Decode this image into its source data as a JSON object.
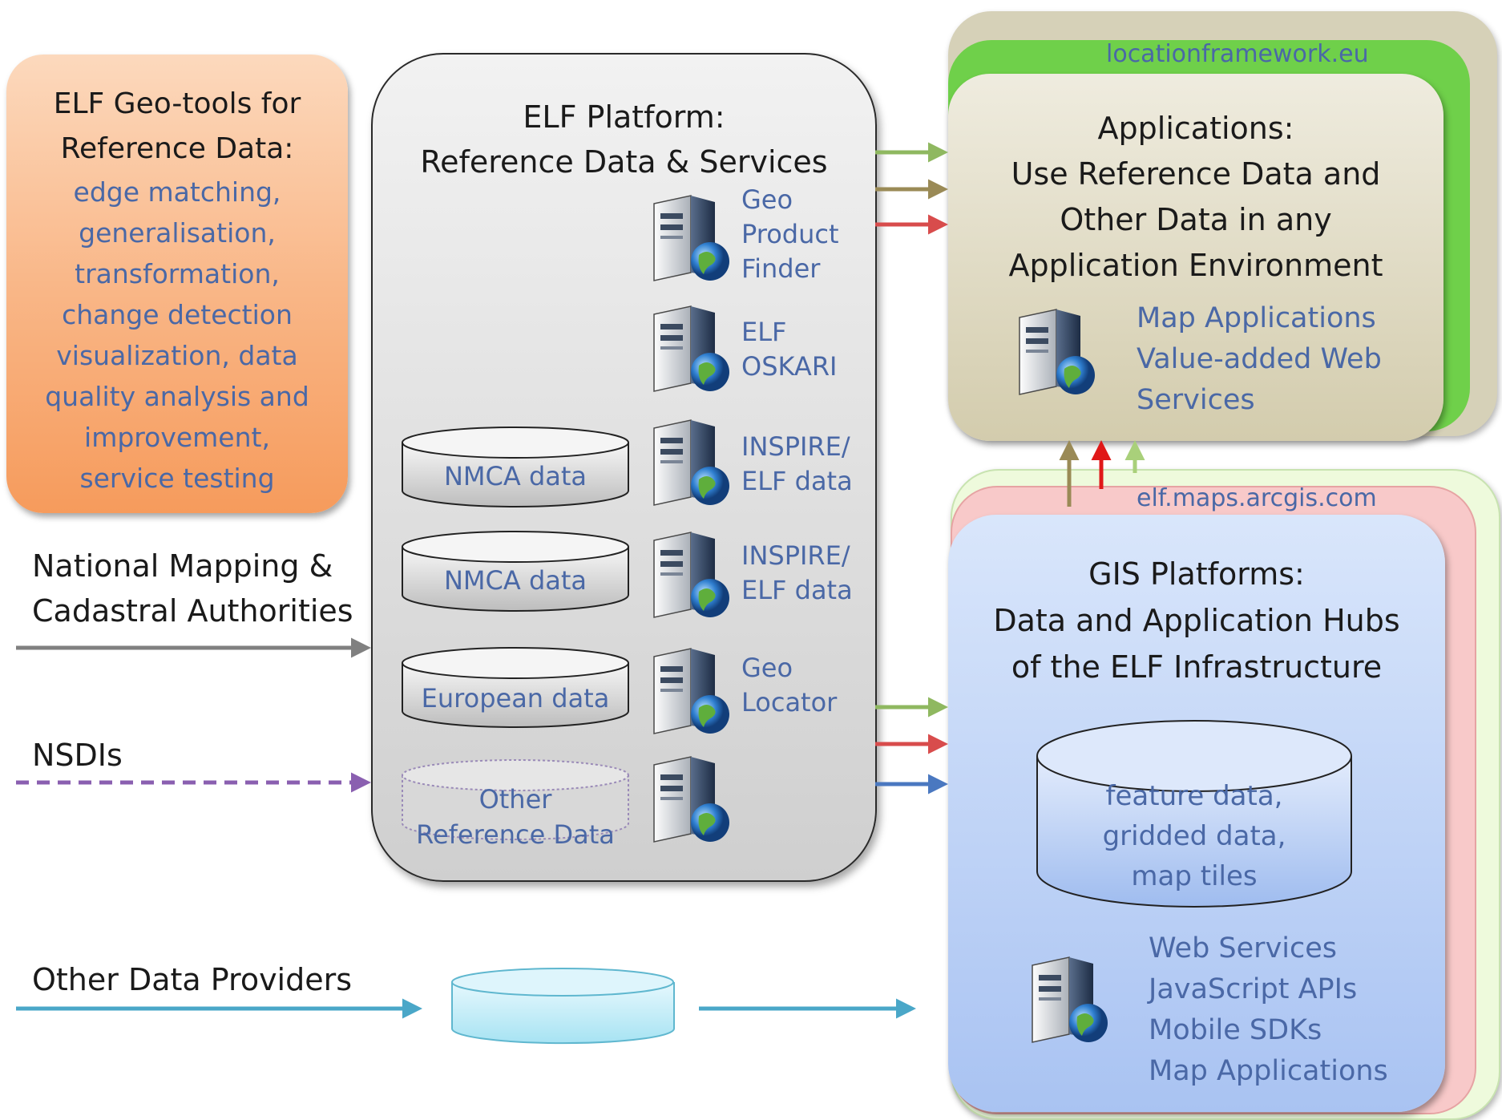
{
  "geo_tools": {
    "title_line1": "ELF Geo-tools for",
    "title_line2": "Reference Data:",
    "items": [
      "edge matching,",
      "generalisation,",
      "transformation,",
      "change detection",
      "visualization, data",
      "quality analysis and",
      "improvement,",
      "service testing"
    ]
  },
  "platform": {
    "title_line1": "ELF Platform:",
    "title_line2": "Reference Data & Services",
    "services": [
      {
        "lines": [
          "Geo",
          "Product",
          "Finder"
        ]
      },
      {
        "lines": [
          "ELF",
          "OSKARI"
        ]
      },
      {
        "lines": [
          "INSPIRE/",
          "ELF data"
        ]
      },
      {
        "lines": [
          "INSPIRE/",
          "ELF data"
        ]
      },
      {
        "lines": [
          "Geo",
          "Locator"
        ]
      }
    ],
    "datasets": [
      "NMCA data",
      "NMCA data",
      "European data"
    ],
    "other_line1": "Other",
    "other_line2": "Reference Data"
  },
  "applications": {
    "url": "locationframework.eu",
    "title_lines": [
      "Applications:",
      "Use Reference Data and",
      "Other Data in any",
      "Application Environment"
    ],
    "items": [
      "Map Applications",
      "Value-added Web",
      "Services"
    ]
  },
  "gis": {
    "url": "elf.maps.arcgis.com",
    "title_lines": [
      "GIS Platforms:",
      "Data and Application Hubs",
      "of the ELF Infrastructure"
    ],
    "data_lines": [
      "feature data,",
      "gridded data,",
      "map tiles"
    ],
    "items": [
      "Web Services",
      "JavaScript APIs",
      "Mobile SDKs",
      "Map Applications"
    ]
  },
  "inputs": {
    "nmca_line1": "National Mapping &",
    "nmca_line2": "Cadastral Authorities",
    "nsdi": "NSDIs",
    "other_providers": "Other Data Providers"
  },
  "colors": {
    "arrow_gray": "#808080",
    "arrow_purple": "#8a5fb0",
    "arrow_teal": "#4aa7c8",
    "arrow_green": "#8fb860",
    "arrow_olive": "#9a8a56",
    "arrow_red": "#d84c4c",
    "arrow_blue": "#4a78c0",
    "arrow_red_bright": "#e01818"
  }
}
